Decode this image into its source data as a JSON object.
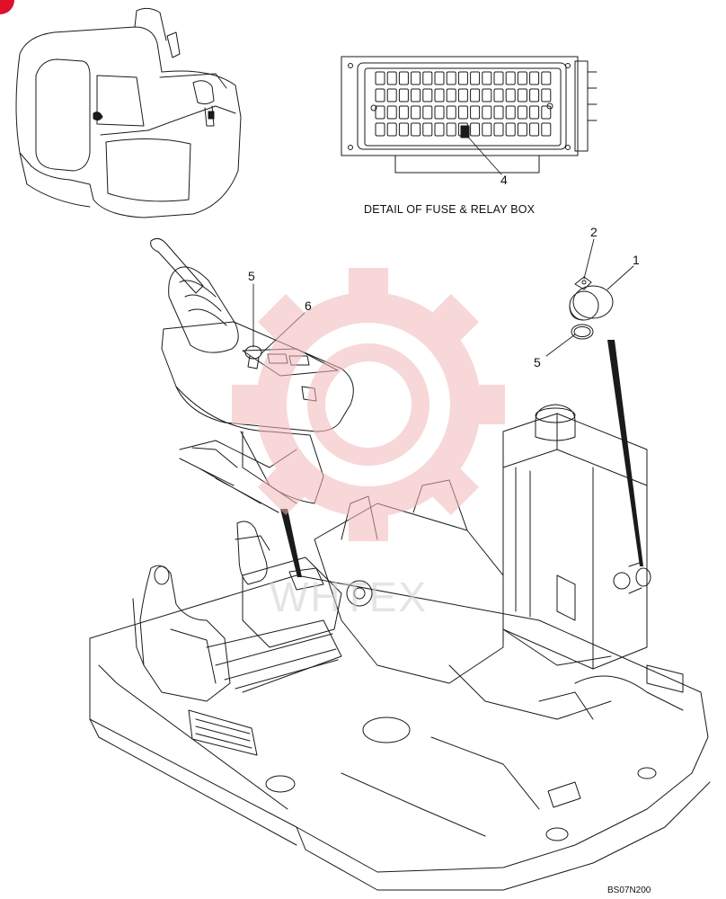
{
  "detail_caption": "DETAIL OF FUSE & RELAY BOX",
  "drawing_code": "BS07N200",
  "watermark_text": "WHTEX",
  "callouts": {
    "c1": "1",
    "c2": "2",
    "c4": "4",
    "c5a": "5",
    "c5b": "5",
    "c6": "6"
  },
  "colors": {
    "line": "#1a1a1a",
    "watermark": "#f2b8b8",
    "watermark_text": "#cfcfcf",
    "corner_mark": "#e0102a"
  }
}
